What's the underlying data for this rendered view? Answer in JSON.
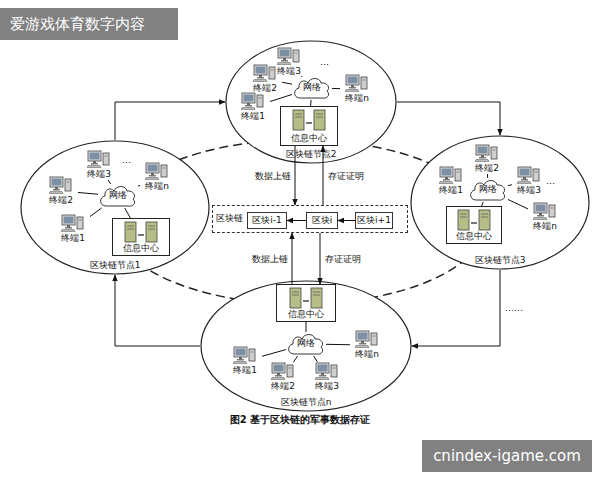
{
  "diagram": {
    "caption": "图2 基于区块链的军事数据存证",
    "nodes": [
      {
        "text": [
          "区块链节点2"
        ]
      },
      {
        "text": [
          "终端3"
        ],
        "in": 0
      },
      {
        "text": [
          "终端2"
        ],
        "in": 0
      },
      {
        "text": [
          "网络"
        ],
        "in": 0
      },
      {
        "text": [
          "终端n"
        ],
        "in": 0
      },
      {
        "text": [
          "终端1"
        ],
        "in": 0
      },
      {
        "text": [
          "信息中心"
        ],
        "in": 0
      },
      {
        "text": [
          "区块链节点1"
        ]
      },
      {
        "text": [
          "终端3"
        ],
        "in": 7
      },
      {
        "text": [
          "终端n"
        ],
        "in": 7
      },
      {
        "text": [
          "终端2"
        ],
        "in": 7
      },
      {
        "text": [
          "网络"
        ],
        "in": 7
      },
      {
        "text": [
          "终端1"
        ],
        "in": 7
      },
      {
        "text": [
          "信息中心"
        ],
        "in": 7
      },
      {
        "text": [
          "区块链节点3"
        ]
      },
      {
        "text": [
          "终端2"
        ],
        "in": 14
      },
      {
        "text": [
          "终端1"
        ],
        "in": 14
      },
      {
        "text": [
          "网络"
        ],
        "in": 14
      },
      {
        "text": [
          "终端3"
        ],
        "in": 14
      },
      {
        "text": [
          "终端n"
        ],
        "in": 14
      },
      {
        "text": [
          "信息中心"
        ],
        "in": 14
      },
      {
        "text": [
          "区块链"
        ]
      },
      {
        "text": [
          "区块i-1"
        ],
        "in": 21
      },
      {
        "text": [
          "区块i"
        ],
        "in": 21
      },
      {
        "text": [
          "区块i+1"
        ],
        "in": 21
      },
      {
        "text": [
          "区块链节点n"
        ]
      },
      {
        "text": [
          "信息中心"
        ],
        "in": 25
      },
      {
        "text": [
          "网络"
        ],
        "in": 25
      },
      {
        "text": [
          "终端n"
        ],
        "in": 25
      },
      {
        "text": [
          "终端1"
        ],
        "in": 25
      },
      {
        "text": [
          "终端2"
        ],
        "in": 25
      },
      {
        "text": [
          "终端3"
        ],
        "in": 25
      }
    ],
    "edges": [
      {
        "from": 3,
        "to": 1,
        "arrow": "none"
      },
      {
        "from": 3,
        "to": 2,
        "arrow": "none"
      },
      {
        "from": 3,
        "to": 4,
        "arrow": "none"
      },
      {
        "from": 3,
        "to": 5,
        "arrow": "none"
      },
      {
        "from": 3,
        "to": 6,
        "arrow": "none"
      },
      {
        "from": 11,
        "to": 8,
        "arrow": "none"
      },
      {
        "from": 11,
        "to": 9,
        "arrow": "none"
      },
      {
        "from": 11,
        "to": 10,
        "arrow": "none"
      },
      {
        "from": 11,
        "to": 12,
        "arrow": "none"
      },
      {
        "from": 11,
        "to": 13,
        "arrow": "none"
      },
      {
        "from": 17,
        "to": 15,
        "arrow": "none"
      },
      {
        "from": 17,
        "to": 16,
        "arrow": "none"
      },
      {
        "from": 17,
        "to": 18,
        "arrow": "none"
      },
      {
        "from": 17,
        "to": 19,
        "arrow": "none"
      },
      {
        "from": 17,
        "to": 20,
        "arrow": "none"
      },
      {
        "from": 27,
        "to": 26,
        "arrow": "none"
      },
      {
        "from": 27,
        "to": 28,
        "arrow": "none"
      },
      {
        "from": 27,
        "to": 29,
        "arrow": "none"
      },
      {
        "from": 27,
        "to": 30,
        "arrow": "none"
      },
      {
        "from": 27,
        "to": 31,
        "arrow": "none"
      },
      {
        "from": 24,
        "to": 23,
        "arrow": "to"
      },
      {
        "from": 23,
        "to": 22,
        "arrow": "to"
      },
      {
        "from": 6,
        "to": 21,
        "label": "数据上链",
        "arrow": "to"
      },
      {
        "from": 21,
        "to": 6,
        "label": "存证证明",
        "arrow": "to"
      },
      {
        "from": 26,
        "to": 21,
        "label": "数据上链",
        "arrow": "to"
      },
      {
        "from": 21,
        "to": 26,
        "label": "存证证明",
        "arrow": "to"
      },
      {
        "from": 7,
        "to": 0,
        "arrow": "to"
      },
      {
        "from": 0,
        "to": 14,
        "arrow": "to"
      },
      {
        "from": 14,
        "to": 25,
        "label": "……",
        "arrow": "to"
      },
      {
        "from": 25,
        "to": 7,
        "arrow": "to"
      }
    ],
    "labels": [
      "爱游戏体育数字内容",
      "…",
      "…",
      "…",
      "cnindex-igame.com"
    ]
  }
}
